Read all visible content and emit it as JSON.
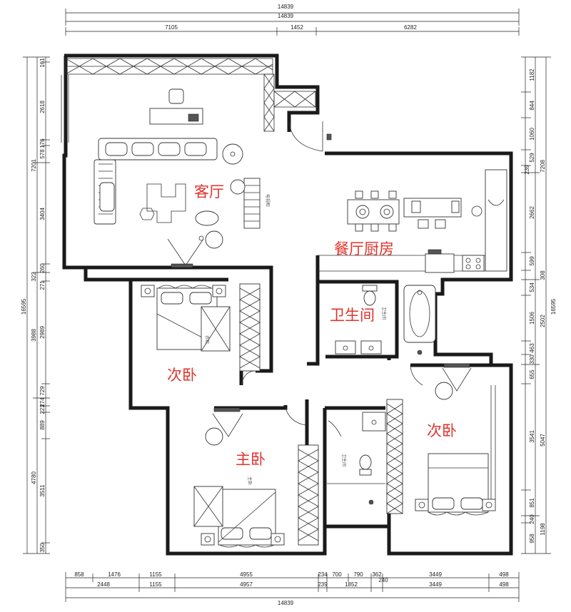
{
  "rooms": {
    "living": "客厅",
    "dining_kitchen": "餐厅厨房",
    "bathroom": "卫生间",
    "bedroom_left": "次卧",
    "bedroom_right": "次卧",
    "master": "主卧"
  },
  "small_labels": {
    "living_note": "电视柜",
    "bath_small": "卫生间",
    "bath2_small": "卫生间",
    "wardrobe_note": "衣柜",
    "master_small": "主卧"
  },
  "dims_top": {
    "overall1": "14839",
    "overall2": "14839",
    "segments": [
      "7105",
      "1452",
      "6282"
    ]
  },
  "dims_bottom": {
    "row1": [
      "858",
      "1476",
      "1155",
      "4955",
      "234",
      "700",
      "790",
      "362",
      "3449",
      "498"
    ],
    "row2": [
      "2448",
      "1155",
      "4957",
      "239",
      "1852",
      "240",
      "3449",
      "498"
    ],
    "overall": "14839"
  },
  "dims_left": {
    "inner": [
      "161",
      "2618",
      "176",
      "578",
      "3404",
      "260",
      "271",
      "2989",
      "729",
      "274",
      "223",
      "889",
      "3511",
      "350"
    ],
    "mid": [
      "7201",
      "322",
      "3988",
      "4780"
    ],
    "overall": "16595"
  },
  "dims_right": {
    "inner": [
      "1182",
      "844",
      "1060",
      "529",
      "239",
      "2662",
      "599",
      "534",
      "1506",
      "463",
      "330",
      "655",
      "3541",
      "851",
      "240",
      "958"
    ],
    "mid": [
      "7208",
      "308",
      "2502",
      "5047",
      "1198"
    ],
    "overall": "16595"
  }
}
